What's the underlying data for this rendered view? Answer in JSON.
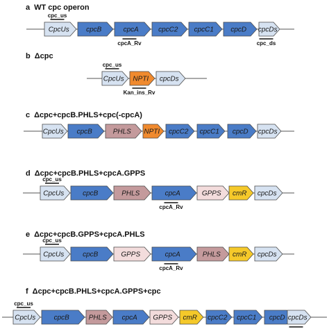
{
  "colors": {
    "blue": "#4a7cc7",
    "pale_blue": "#d6e2f1",
    "mauve": "#c49a9c",
    "pink": "#f3dcdc",
    "orange": "#f08a2e",
    "yellow": "#f5c92a",
    "line": "#555555",
    "outline": "#4a4a4a"
  },
  "panels": [
    {
      "letter": "a",
      "title": "WT cpc operon",
      "genes": [
        {
          "name": "CpcUs",
          "color": "pale_blue"
        },
        {
          "name": "cpcB",
          "color": "blue"
        },
        {
          "name": "cpcA",
          "color": "blue"
        },
        {
          "name": "cpcC2",
          "color": "blue"
        },
        {
          "name": "cpcC1",
          "color": "blue"
        },
        {
          "name": "cpcD",
          "color": "blue"
        },
        {
          "name": "cpcDs",
          "color": "pale_blue"
        }
      ],
      "primers": [
        {
          "label": "cpc_us",
          "gene": 0,
          "pos": "above"
        },
        {
          "label": "cpcA_Rv",
          "gene": 2,
          "pos": "below"
        },
        {
          "label": "cpc_ds",
          "gene": 6,
          "pos": "below"
        }
      ]
    },
    {
      "letter": "b",
      "title": "Δcpc",
      "genes": [
        {
          "name": "CpcUs",
          "color": "pale_blue"
        },
        {
          "name": "NPTI",
          "color": "orange"
        },
        {
          "name": "cpcDs",
          "color": "pale_blue"
        }
      ],
      "primers": [
        {
          "label": "cpc_us",
          "gene": 0,
          "pos": "above"
        },
        {
          "label": "Kan_ins_Rv",
          "gene": 1,
          "pos": "below"
        }
      ]
    },
    {
      "letter": "c",
      "title": "Δcpc+cpcB.PHLS+cpc(-cpcA)",
      "genes": [
        {
          "name": "CpcUs",
          "color": "pale_blue"
        },
        {
          "name": "cpcB",
          "color": "blue"
        },
        {
          "name": "PHLS",
          "color": "mauve"
        },
        {
          "name": "NPTI",
          "color": "orange"
        },
        {
          "name": "cpcC2",
          "color": "blue"
        },
        {
          "name": "cpcC1",
          "color": "blue"
        },
        {
          "name": "cpcD",
          "color": "blue"
        },
        {
          "name": "cpcDs",
          "color": "pale_blue"
        }
      ],
      "primers": []
    },
    {
      "letter": "d",
      "title": "Δcpc+cpcB.PHLS+cpcA.GPPS",
      "genes": [
        {
          "name": "CpcUs",
          "color": "pale_blue"
        },
        {
          "name": "cpcB",
          "color": "blue"
        },
        {
          "name": "PHLS",
          "color": "mauve"
        },
        {
          "name": "cpcA",
          "color": "blue"
        },
        {
          "name": "GPPS",
          "color": "pink"
        },
        {
          "name": "cmR",
          "color": "yellow"
        },
        {
          "name": "cpcDs",
          "color": "pale_blue"
        }
      ],
      "primers": [
        {
          "label": "cpc_us",
          "gene": 0,
          "pos": "above"
        },
        {
          "label": "cpcA_Rv",
          "gene": 3,
          "pos": "below"
        }
      ]
    },
    {
      "letter": "e",
      "title": "Δcpc+cpcB.GPPS+cpcA.PHLS",
      "genes": [
        {
          "name": "CpcUs",
          "color": "pale_blue"
        },
        {
          "name": "cpcB",
          "color": "blue"
        },
        {
          "name": "GPPS",
          "color": "pink"
        },
        {
          "name": "cpcA",
          "color": "blue"
        },
        {
          "name": "PHLS",
          "color": "mauve"
        },
        {
          "name": "cmR",
          "color": "yellow"
        },
        {
          "name": "cpcDs",
          "color": "pale_blue"
        }
      ],
      "primers": [
        {
          "label": "cpc_us",
          "gene": 0,
          "pos": "above"
        },
        {
          "label": "cpcA_Rv",
          "gene": 3,
          "pos": "below"
        }
      ]
    },
    {
      "letter": "f",
      "title": "Δcpc+cpcB.PHLS+cpcA.GPPS+cpc",
      "genes": [
        {
          "name": "CpcUs",
          "color": "pale_blue"
        },
        {
          "name": "cpcB",
          "color": "blue"
        },
        {
          "name": "PHLS",
          "color": "mauve"
        },
        {
          "name": "cpcA",
          "color": "blue"
        },
        {
          "name": "GPPS",
          "color": "pink"
        },
        {
          "name": "cmR",
          "color": "yellow"
        },
        {
          "name": "cpcC2",
          "color": "blue"
        },
        {
          "name": "cpcC1",
          "color": "blue"
        },
        {
          "name": "cpcD",
          "color": "blue"
        },
        {
          "name": "cpcDs",
          "color": "pale_blue"
        }
      ],
      "primers": [
        {
          "label": "cpc_us",
          "gene": 0,
          "pos": "above"
        },
        {
          "label": "",
          "gene": 9,
          "pos": "below"
        }
      ]
    }
  ]
}
